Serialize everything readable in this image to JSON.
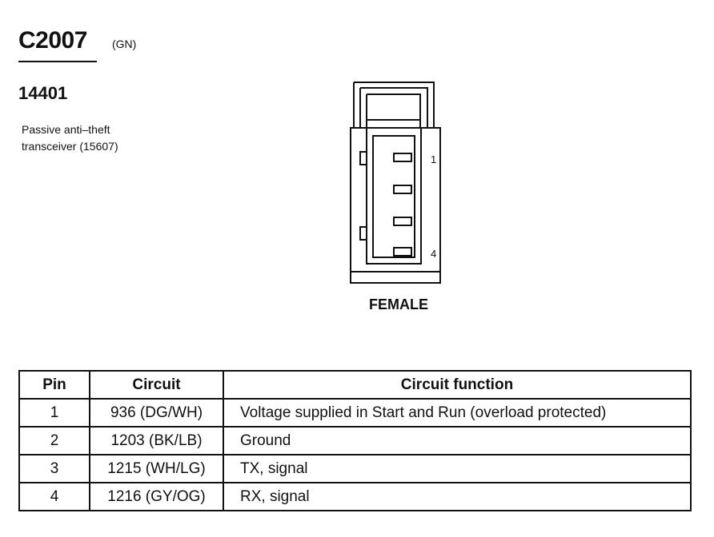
{
  "header": {
    "connector_id": "C2007",
    "connector_color": "(GN)",
    "part_number": "14401",
    "component_line1": "Passive anti–theft",
    "component_line2": "transceiver (15607)"
  },
  "connector": {
    "pin_labels": [
      "1",
      "4"
    ],
    "gender": "FEMALE"
  },
  "pin_table": {
    "headers": [
      "Pin",
      "Circuit",
      "Circuit function"
    ],
    "rows": [
      {
        "pin": "1",
        "circuit": "936 (DG/WH)",
        "function": "Voltage supplied in Start and Run (overload protected)"
      },
      {
        "pin": "2",
        "circuit": "1203 (BK/LB)",
        "function": "Ground"
      },
      {
        "pin": "3",
        "circuit": "1215 (WH/LG)",
        "function": "TX, signal"
      },
      {
        "pin": "4",
        "circuit": "1216 (GY/OG)",
        "function": "RX, signal"
      }
    ]
  }
}
